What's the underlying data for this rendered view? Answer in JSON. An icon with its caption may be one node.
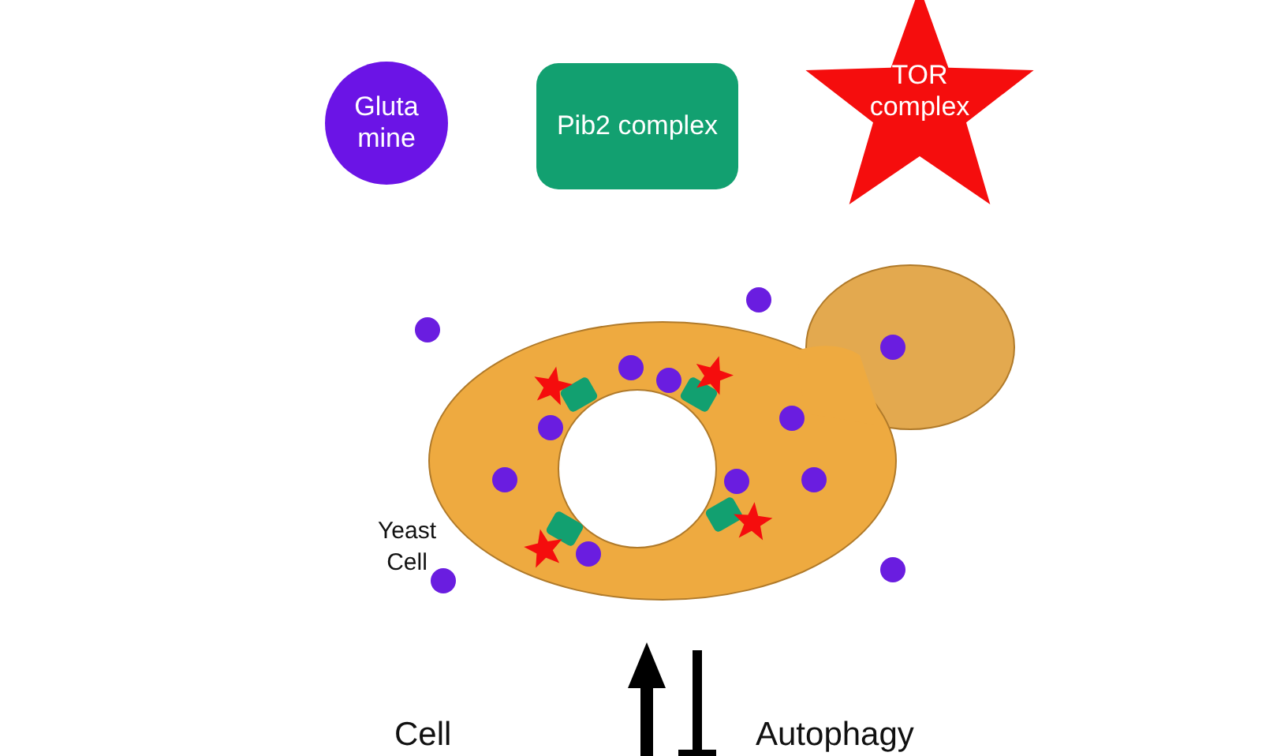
{
  "diagram": {
    "nodes": [
      {
        "text": [
          "Gluta mine"
        ]
      },
      {
        "text": [
          "Pib2 complex"
        ]
      },
      {
        "text": [
          "TOR complex"
        ]
      }
    ],
    "labels": [
      "Yeast Cell",
      "Cell",
      "Autophagy"
    ]
  }
}
